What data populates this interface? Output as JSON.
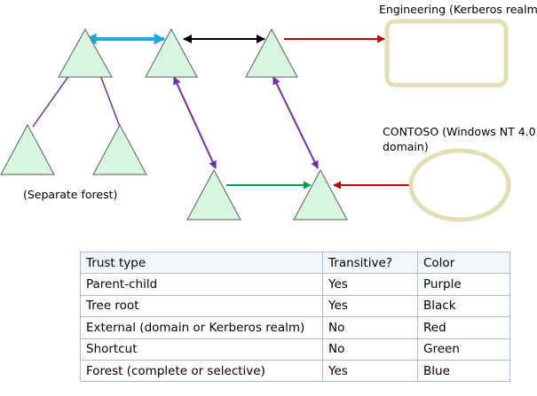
{
  "labels": {
    "engineering": "Engineering (Kerberos realm)",
    "contoso_line1": "CONTOSO (Windows NT 4.0",
    "contoso_line2": "domain)",
    "separate_forest": "(Separate forest)"
  },
  "colors": {
    "triangle_fill": "#d7f5df",
    "triangle_stroke": "#5c5c5c",
    "parent_child": "#7030a0",
    "tree_root": "#000000",
    "external": "#c00000",
    "shortcut": "#00a050",
    "forest": "#1fa8e0",
    "realm_fill": "#ffffff",
    "realm_stroke": "#e2dfb6"
  },
  "table": {
    "headers": [
      "Trust type",
      "Transitive?",
      "Color"
    ],
    "rows": [
      [
        "Parent-child",
        "Yes",
        "Purple"
      ],
      [
        "Tree root",
        "Yes",
        "Black"
      ],
      [
        "External (domain or Kerberos realm)",
        "No",
        "Red"
      ],
      [
        "Shortcut",
        "No",
        "Green"
      ],
      [
        "Forest (complete or selective)",
        "Yes",
        "Blue"
      ]
    ]
  }
}
